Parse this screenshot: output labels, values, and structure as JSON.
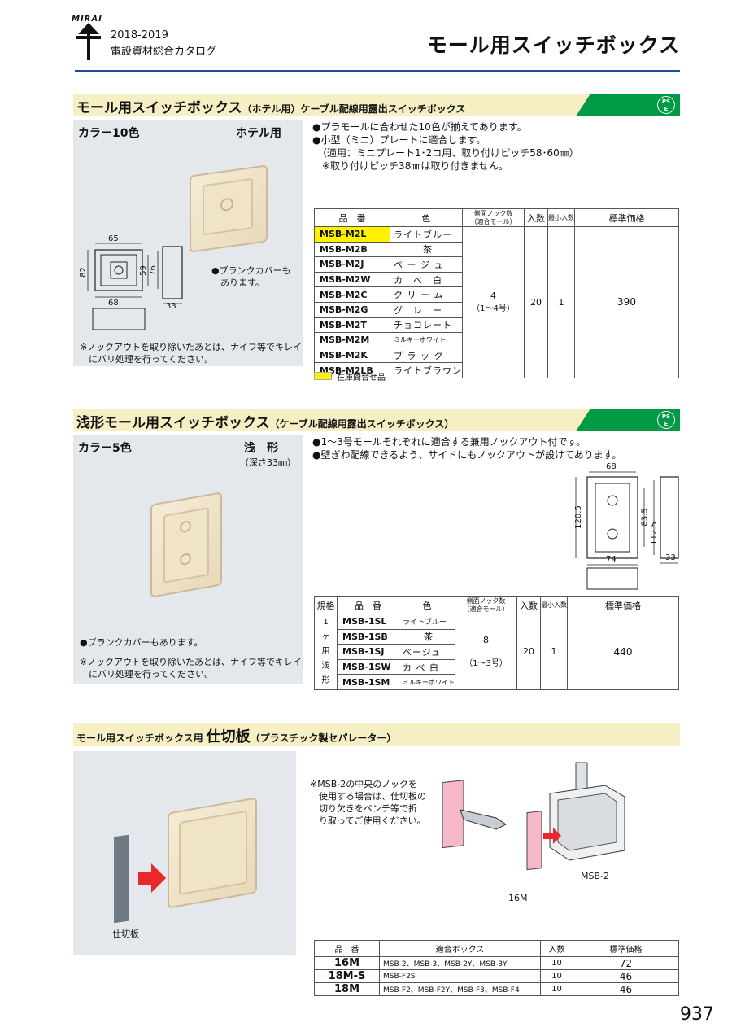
{
  "header": {
    "brand": "MIRAI",
    "year": "2018-2019",
    "catalog": "電設資材総合カタログ",
    "page_title": "モール用スイッチボックス"
  },
  "pse_mark": [
    "PS",
    "E"
  ],
  "section1": {
    "title": "モール用スイッチボックス",
    "subtitle": "（ホテル用）ケーブル配線用露出スイッチボックス",
    "color_label": "カラー10色",
    "type_label": "ホテル用",
    "dims": {
      "w_top": "65",
      "h_left": "82",
      "h_in1": "59",
      "h_in2": "76",
      "w_bottom": "68",
      "depth": "33"
    },
    "blank_cover": [
      "●ブランクカバーも",
      "　あります。"
    ],
    "knockout_note": [
      "※ノックアウトを取り除いたあとは、ナイフ等でキレイ",
      "　にバリ処理を行ってください。"
    ],
    "bullets": [
      "●プラモールに合わせた10色が揃えてあります。",
      "●小型（ミニ）プレートに適合します。",
      "　（適用：ミニプレート1･2コ用、取り付けピッチ58･60㎜）",
      "　※取り付けピッチ38㎜は取り付きません。"
    ],
    "table_headers": {
      "part": "品　番",
      "color": "色",
      "knock": [
        "側面ノック数",
        "（適合モール）"
      ],
      "qty": "入数",
      "min": "最小入数",
      "price": "標準価格"
    },
    "rows": [
      {
        "part": "MSB-M2L",
        "color": "ライトブルー",
        "highlight": true
      },
      {
        "part": "MSB-M2B",
        "color": "茶"
      },
      {
        "part": "MSB-M2J",
        "color": "ベ ー ジ ュ"
      },
      {
        "part": "MSB-M2W",
        "color": "カ　べ　白"
      },
      {
        "part": "MSB-M2C",
        "color": "ク リ ー ム"
      },
      {
        "part": "MSB-M2G",
        "color": "グ　レ　ー"
      },
      {
        "part": "MSB-M2T",
        "color": "チョコレート"
      },
      {
        "part": "MSB-M2M",
        "color": "ミルキーホワイト"
      },
      {
        "part": "MSB-M2K",
        "color": "ブ ラ ッ ク"
      },
      {
        "part": "MSB-M2LB",
        "color": "ライトブラウン"
      }
    ],
    "knock_value": [
      "4",
      "（1～4号）"
    ],
    "qty": "20",
    "min": "1",
    "price": "390",
    "legend": "在庫問合せ品"
  },
  "section2": {
    "title": "浅形モール用スイッチボックス",
    "subtitle": "（ケーブル配線用露出スイッチボックス）",
    "color_label": "カラー5色",
    "type_label": "浅　形",
    "depth_label": "（深さ33㎜）",
    "bullets": [
      "●1～3号モールそれぞれに適合する兼用ノックアウト付です。",
      "●壁ぎわ配線できるよう、サイドにもノックアウトが設けてあります。"
    ],
    "dims": {
      "w_top": "68",
      "h_left": "120.5",
      "h_in1": "83.5",
      "h_in2": "112.5",
      "w_bottom": "74",
      "depth": "33"
    },
    "blank_cover": "●ブランクカバーもあります。",
    "knockout_note": [
      "※ノックアウトを取り除いたあとは、ナイフ等でキレイ",
      "　にバリ処理を行ってください。"
    ],
    "table_headers": {
      "spec": "規格",
      "part": "品　番",
      "color": "色",
      "knock": [
        "側面ノック数",
        "（適合モール）"
      ],
      "qty": "入数",
      "min": "最小入数",
      "price": "標準価格"
    },
    "spec_value": [
      "1",
      "ヶ",
      "用",
      "浅",
      "形"
    ],
    "rows": [
      {
        "part": "MSB-1SL",
        "color": "ライトブルー"
      },
      {
        "part": "MSB-1SB",
        "color": "茶"
      },
      {
        "part": "MSB-1SJ",
        "color": "ベージュ"
      },
      {
        "part": "MSB-1SW",
        "color": "カ べ 白"
      },
      {
        "part": "MSB-1SM",
        "color": "ミルキーホワイト"
      }
    ],
    "knock_value": [
      "8",
      "（1～3号）"
    ],
    "qty": "20",
    "min": "1",
    "price": "440"
  },
  "section3": {
    "title_pre": "モール用スイッチボックス用",
    "title_main": "仕切板",
    "subtitle": "（プラスチック製セパレーター）",
    "photo_label": "仕切板",
    "note": [
      "※MSB-2の中央のノックを",
      "　使用する場合は、仕切板の",
      "　切り欠きをペンチ等で折",
      "　り取ってご使用ください。"
    ],
    "fig_label_part": "16M",
    "fig_label_box": "MSB-2",
    "table_headers": {
      "part": "品　番",
      "box": "適合ボックス",
      "qty": "入数",
      "price": "標準価格"
    },
    "rows": [
      {
        "part": "16M",
        "box": "MSB-2、MSB-3、MSB-2Y、MSB-3Y",
        "qty": "10",
        "price": "72"
      },
      {
        "part": "18M-S",
        "box": "MSB-F2S",
        "qty": "10",
        "price": "46"
      },
      {
        "part": "18M",
        "box": "MSB-F2、MSB-F2Y、MSB-F3、MSB-F4",
        "qty": "10",
        "price": "46"
      }
    ]
  },
  "page_number": "937"
}
